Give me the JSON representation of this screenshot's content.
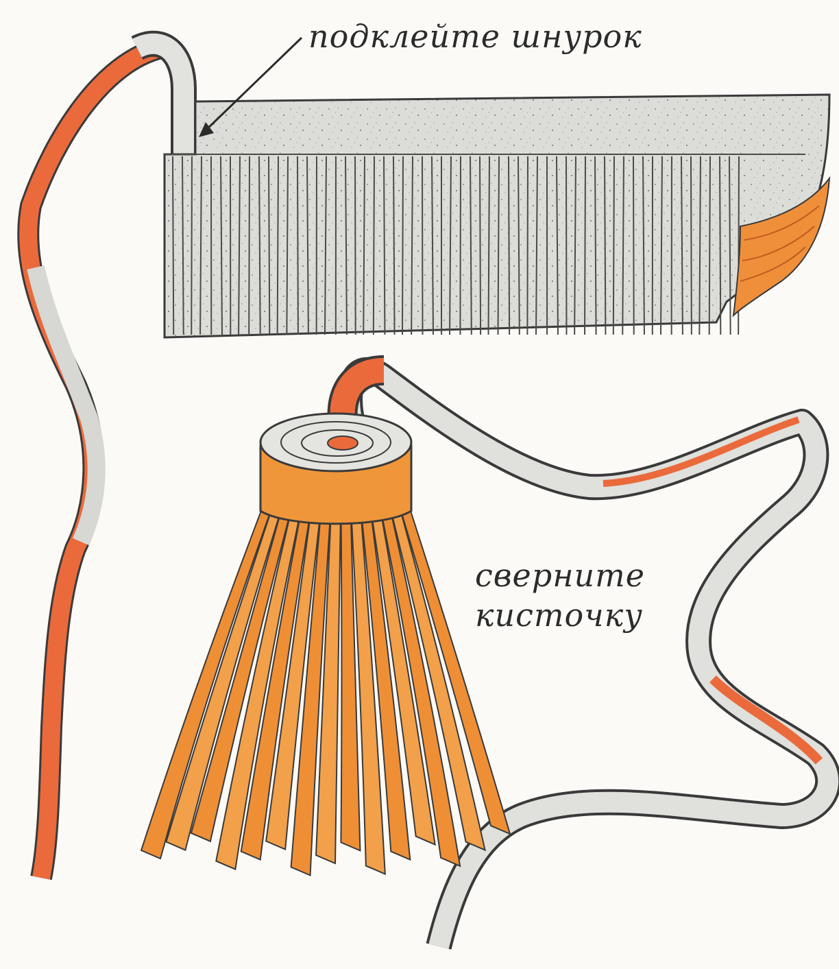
{
  "captions": {
    "glue_cord": "подклейте шнурок",
    "roll_tassel_line1": "сверните",
    "roll_tassel_line2": "кисточку"
  },
  "colors": {
    "paper": "#fbfaf7",
    "ribbon_orange": "#ea6a3c",
    "ribbon_grey": "#dcdcd8",
    "tassel_orange": "#f0963a",
    "fringe_grey": "#cfd0cc",
    "outline": "#3a3a3a"
  }
}
